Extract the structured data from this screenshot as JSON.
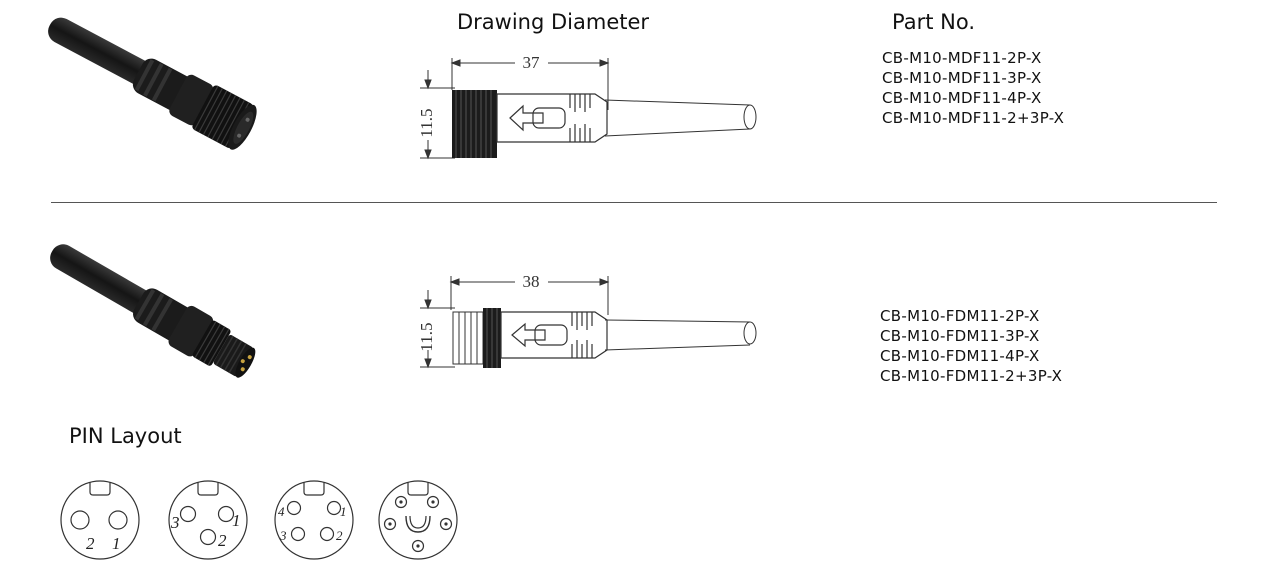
{
  "headings": {
    "drawing": "Drawing Diameter",
    "part_no": "Part No.",
    "pin_layout": "PIN Layout"
  },
  "female": {
    "dimension_length": "37",
    "dimension_diameter": "11.5",
    "part_numbers": [
      "CB-M10-MDF11-2P-X",
      "CB-M10-MDF11-3P-X",
      "CB-M10-MDF11-4P-X",
      "CB-M10-MDF11-2+3P-X"
    ]
  },
  "male": {
    "dimension_length": "38",
    "dimension_diameter": "11.5",
    "part_numbers": [
      "CB-M10-FDM11-2P-X",
      "CB-M10-FDM11-3P-X",
      "CB-M10-FDM11-4P-X",
      "CB-M10-FDM11-2+3P-X"
    ]
  },
  "pin_layouts": [
    {
      "pins": 2,
      "labels": [
        "2",
        "1"
      ]
    },
    {
      "pins": 3,
      "labels": [
        "3",
        "1",
        "2"
      ]
    },
    {
      "pins": 4,
      "labels": [
        "4",
        "1",
        "3",
        "2"
      ]
    },
    {
      "pins": 5,
      "labels": []
    }
  ],
  "colors": {
    "line": "#333333",
    "connector_body": "#1c1c1c",
    "separator": "#555555"
  }
}
